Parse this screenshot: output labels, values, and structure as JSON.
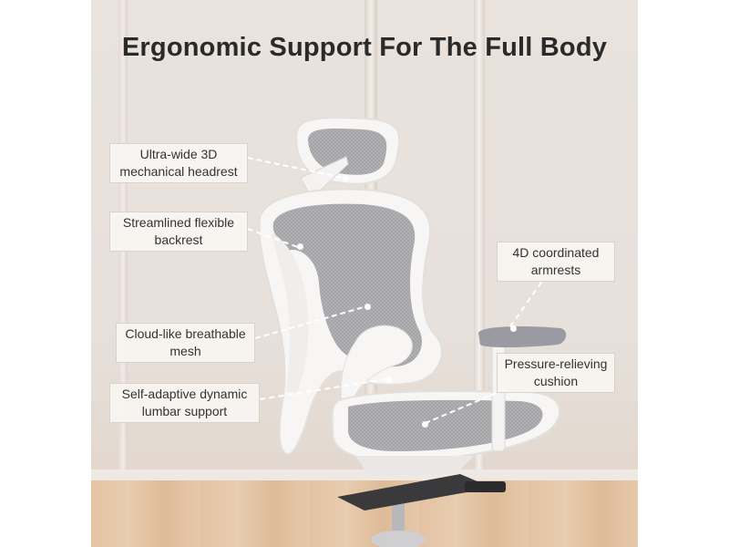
{
  "heading": "Ergonomic Support For The Full Body",
  "callouts": {
    "headrest": "Ultra-wide 3D mechanical headrest",
    "backrest": "Streamlined flexible backrest",
    "mesh": "Cloud-like breathable mesh",
    "lumbar": "Self-adaptive dynamic lumbar support",
    "armrests": "4D coordinated armrests",
    "cushion": "Pressure-relieving cushion"
  },
  "colors": {
    "frame": "#f7f6f4",
    "mesh": "#a9a9ab",
    "armpad": "#9a9ba2",
    "wall": "#e9e2dd",
    "floor": "#e3c3a3"
  }
}
